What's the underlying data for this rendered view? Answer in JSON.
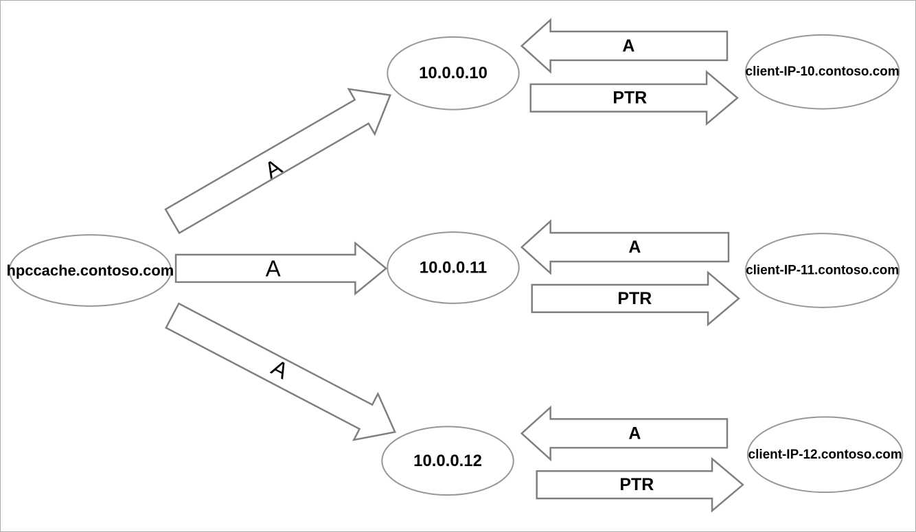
{
  "source_node": {
    "label": "hpccache.contoso.com"
  },
  "rows": [
    {
      "ip": "10.0.0.10",
      "client": "client-IP-10.contoso.com",
      "a_from_source": "A",
      "a_from_client": "A",
      "ptr_to_client": "PTR"
    },
    {
      "ip": "10.0.0.11",
      "client": "client-IP-11.contoso.com",
      "a_from_source": "A",
      "a_from_client": "A",
      "ptr_to_client": "PTR"
    },
    {
      "ip": "10.0.0.12",
      "client": "client-IP-12.contoso.com",
      "a_from_source": "A",
      "a_from_client": "A",
      "ptr_to_client": "PTR"
    }
  ],
  "colors": {
    "node_stroke": "#979797",
    "arrow_stroke": "#7f7f7f",
    "text": "#000000",
    "background": "#ffffff",
    "frame": "#ababab"
  }
}
